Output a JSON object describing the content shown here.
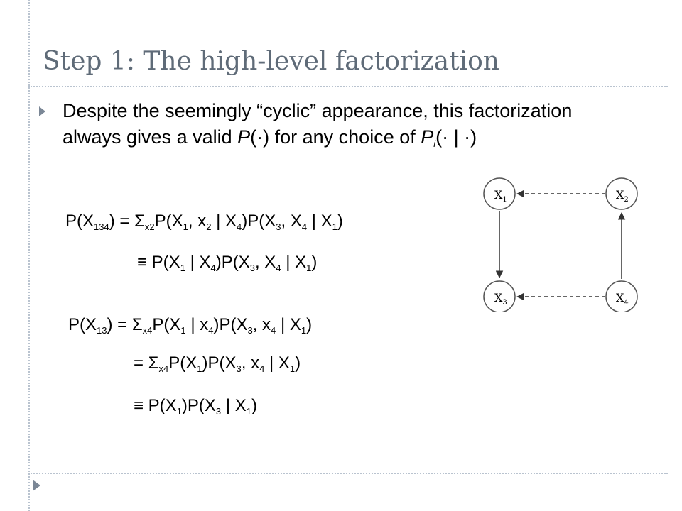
{
  "title": "Step 1: The high-level factorization",
  "bullet": {
    "text_1": "Despite the seemingly “cyclic” appearance, this factorization always gives a valid ",
    "p": "P",
    "dot_paren": "(·)",
    "text_2": " for any choice of ",
    "pi": "P",
    "i": "i",
    "cond": "(· | ·)"
  },
  "equations": {
    "eq1": "P(X134) = Σx2P(X1, x2 | X4)P(X3, X4 | X1)",
    "eq2": "≡ P(X1 | X4)P(X3, X4 | X1)",
    "eq3": "P(X13) = Σx4P(X1 | x4)P(X3, x4 | X1)",
    "eq4": "= Σx4P(X1)P(X3, x4 | X1)",
    "eq5": "≡ P(X1)P(X3 | X1)"
  },
  "graph": {
    "nodes": [
      "X1",
      "X2",
      "X3",
      "X4"
    ]
  }
}
